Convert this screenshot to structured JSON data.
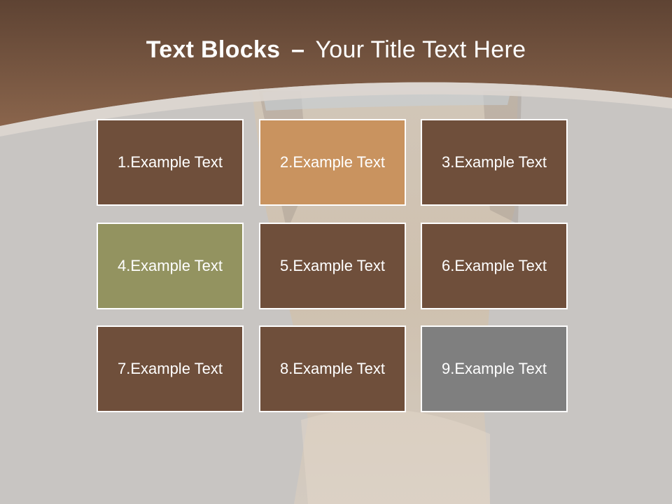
{
  "slide": {
    "title_bold": "Text Blocks",
    "title_dash": "–",
    "title_rest": "Your Title Text Here"
  },
  "colors": {
    "header_brown": "#7a5a44",
    "block_brown": "#6f4f3b",
    "block_tan": "#c9935f",
    "block_olive": "#939360",
    "block_gray": "#7f7f7f",
    "background": "#c8c5c2"
  },
  "blocks": [
    {
      "label": "1.Example Text",
      "color": "#6f4f3b"
    },
    {
      "label": "2.Example Text",
      "color": "#c9935f"
    },
    {
      "label": "3.Example Text",
      "color": "#6f4f3b"
    },
    {
      "label": "4.Example Text",
      "color": "#939360"
    },
    {
      "label": "5.Example Text",
      "color": "#6f4f3b"
    },
    {
      "label": "6.Example Text",
      "color": "#6f4f3b"
    },
    {
      "label": "7.Example Text",
      "color": "#6f4f3b"
    },
    {
      "label": "8.Example Text",
      "color": "#6f4f3b"
    },
    {
      "label": "9.Example Text",
      "color": "#7f7f7f"
    }
  ]
}
